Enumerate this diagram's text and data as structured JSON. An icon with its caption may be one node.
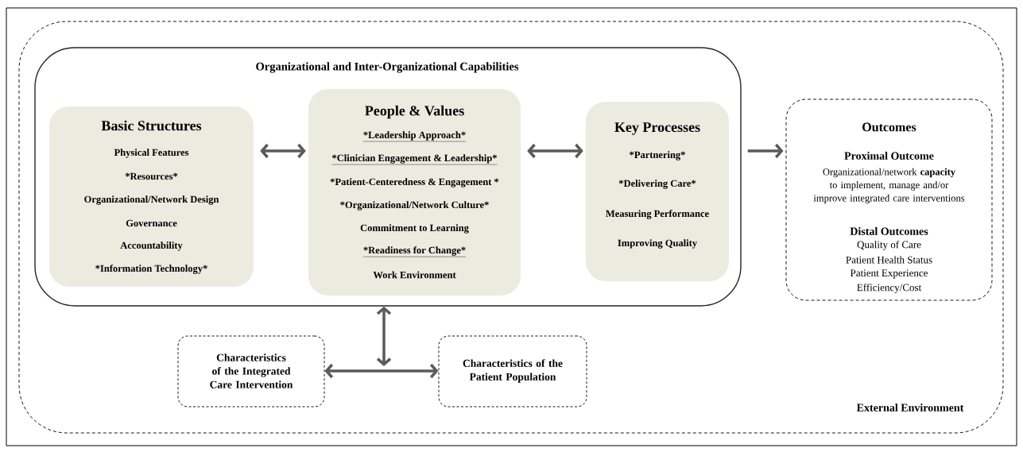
{
  "diagram": {
    "nodes": [
      {
        "text": [
          "External Environment"
        ]
      },
      {
        "text": [
          "Organizational and Inter-Organizational Capabilities"
        ],
        "in": 0
      },
      {
        "text": [
          "Basic Structures",
          "Physical Features",
          "*Resources*",
          "Organizational/Network Design",
          "Governance",
          "Accountability",
          "*Information Technology*"
        ],
        "in": 1
      },
      {
        "text": [
          "People & Values",
          "*Leadership Approach*",
          "*Clinician Engagement & Leadership*",
          "*Patient-Centeredness & Engagement *",
          "*Organizational/Network Culture*",
          "Commitment to Learning",
          "*Readiness for Change*",
          "Work Environment"
        ],
        "in": 1
      },
      {
        "text": [
          "Key Processes",
          "*Partnering*",
          "*Delivering Care*",
          "Measuring Performance",
          "Improving Quality"
        ],
        "in": 1
      },
      {
        "text": [
          "Outcomes",
          "Proximal Outcome",
          "Organizational/network **capacity** to implement, manage and/or improve integrated care interventions",
          "Distal Outcomes",
          "Quality of Care",
          "Patient Health Status",
          "Patient Experience",
          "Efficiency/Cost"
        ],
        "in": 0
      },
      {
        "text": [
          "Characteristics of the Integrated Care Intervention"
        ],
        "in": 0
      },
      {
        "text": [
          "Characteristics of the Patient Population"
        ],
        "in": 0
      }
    ],
    "edges": [
      {
        "from": 2,
        "to": 3,
        "arrow": "both"
      },
      {
        "from": 3,
        "to": 4,
        "arrow": "both"
      },
      {
        "from": 1,
        "to": 5,
        "arrow": "to"
      },
      {
        "from": 6,
        "to": 7,
        "arrow": "both"
      },
      {
        "from": null,
        "to": 1,
        "arrow": "both"
      }
    ]
  }
}
